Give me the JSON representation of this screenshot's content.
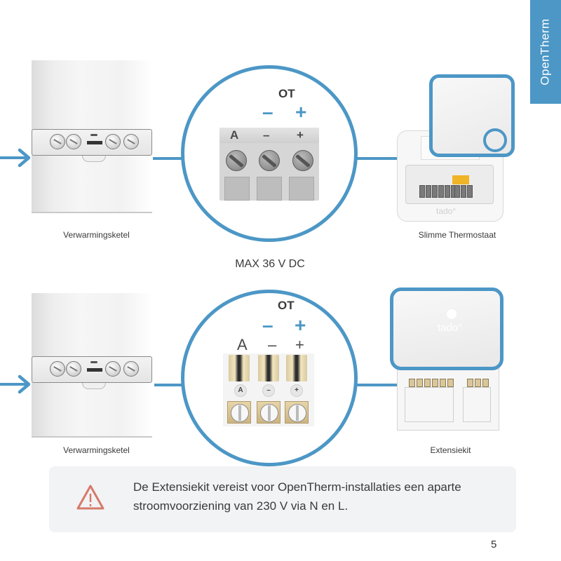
{
  "side_tab": {
    "label": "OpenTherm"
  },
  "colors": {
    "accent": "#4c97c6",
    "warning": "#d67a6a",
    "notice_bg": "#f2f3f5"
  },
  "diagram_1": {
    "left_device": {
      "label": "Verwarmingsketel",
      "icon": "boiler-icon"
    },
    "connector": {
      "header": "OT",
      "polarity": [
        "–",
        "+"
      ],
      "terminal_labels": [
        "A",
        "–",
        "+"
      ],
      "type": "screw-terminal-grey"
    },
    "right_device": {
      "label": "Slimme Thermostaat",
      "icon": "smart-thermostat-icon",
      "brand": "tado°"
    }
  },
  "voltage_note": "MAX 36 V DC",
  "diagram_2": {
    "left_device": {
      "label": "Verwarmingsketel",
      "icon": "boiler-icon"
    },
    "connector": {
      "header": "OT",
      "polarity": [
        "–",
        "+"
      ],
      "terminal_labels": [
        "A",
        "–",
        "+"
      ],
      "terminal_badges": [
        "A",
        "–",
        "+"
      ],
      "type": "spring-terminal-white"
    },
    "right_device": {
      "label": "Extensiekit",
      "icon": "extension-kit-icon",
      "brand": "tado°"
    }
  },
  "notice": {
    "icon": "warning-triangle-icon",
    "text": "De Extensiekit vereist voor OpenTherm-installaties een aparte stroomvoorziening van 230 V via N en L."
  },
  "page_number": "5"
}
